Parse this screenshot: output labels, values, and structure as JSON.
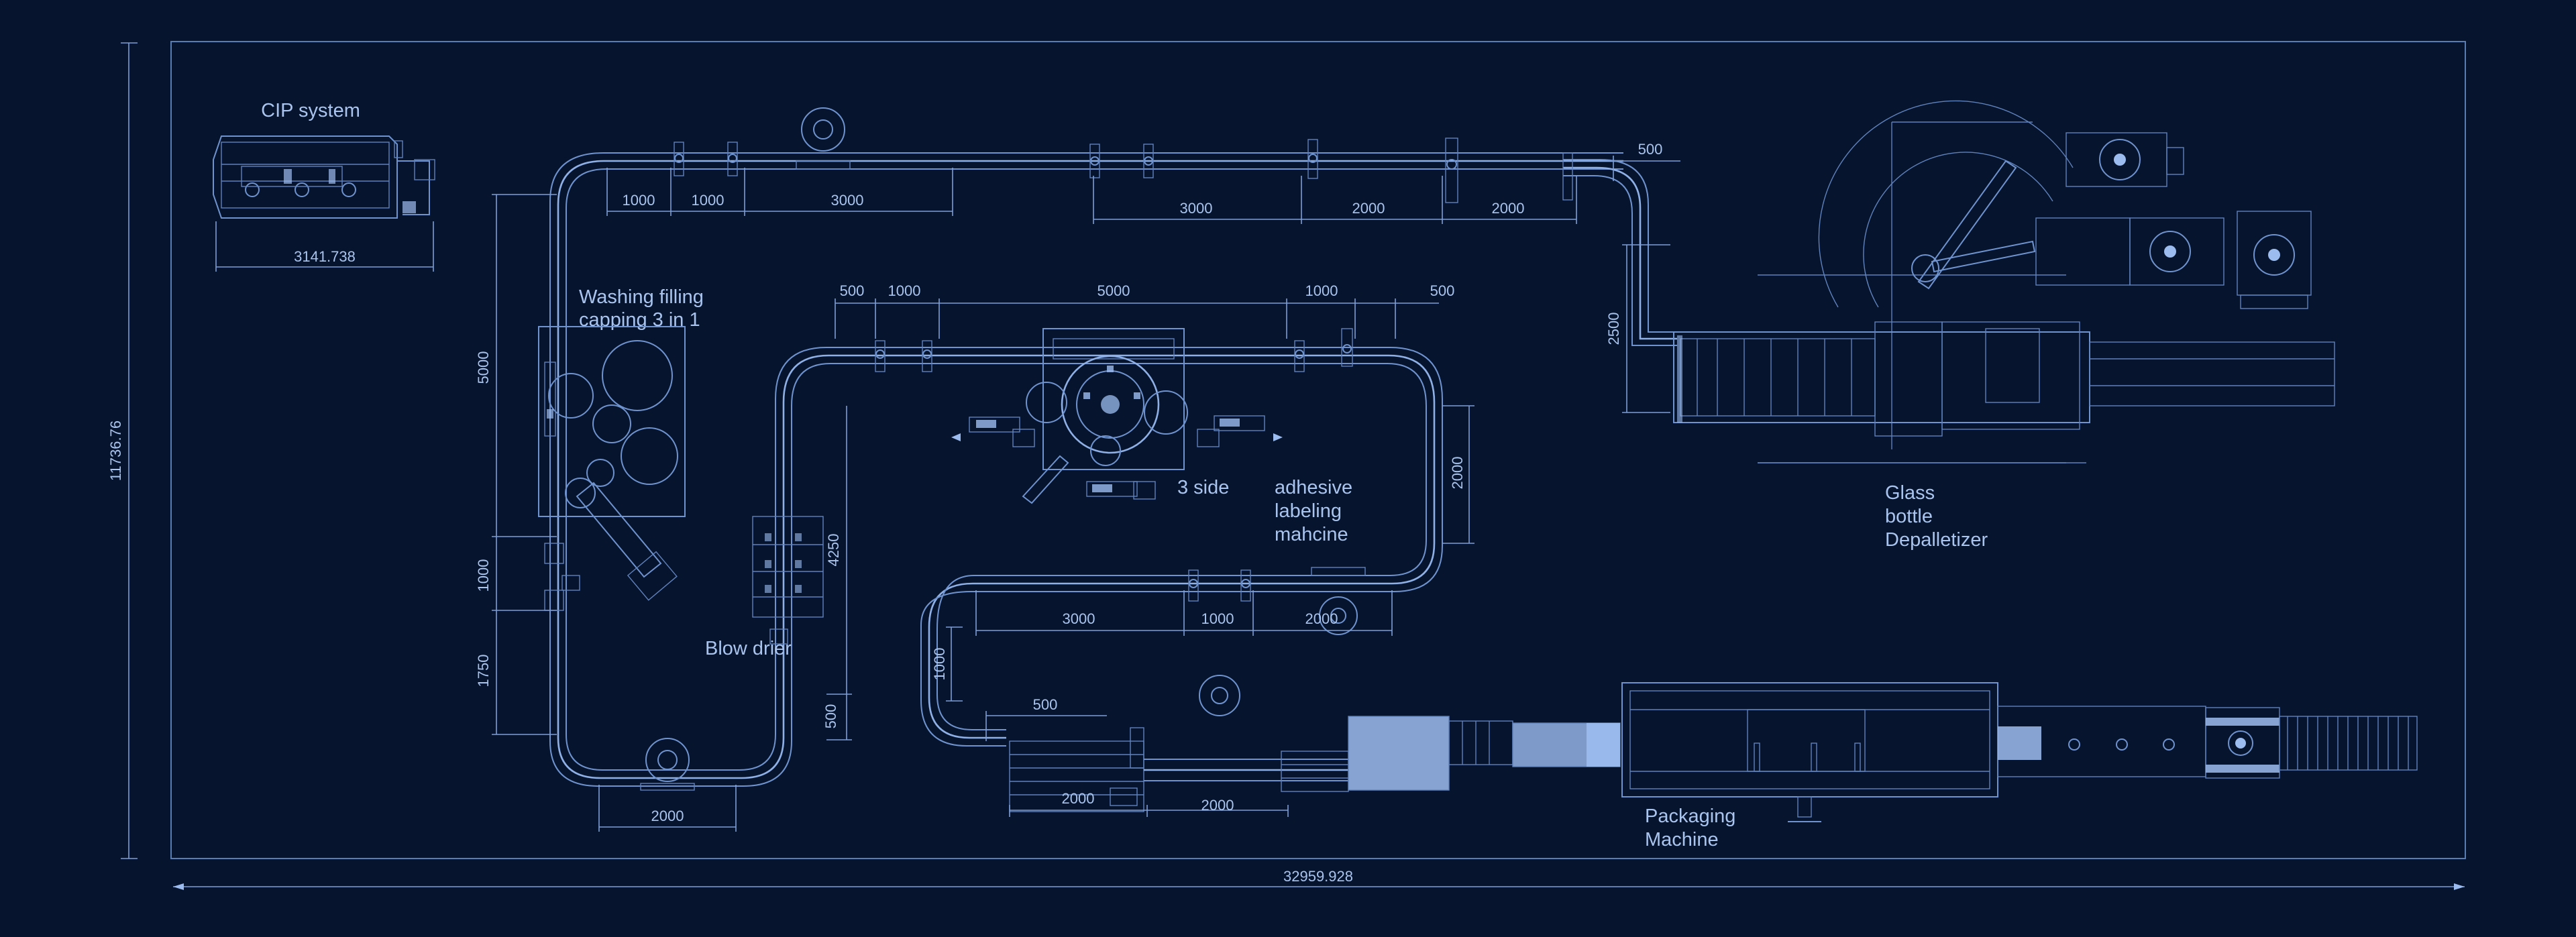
{
  "colors": {
    "background": "#07142d",
    "line": "#6f93cf",
    "text": "#a9c4ee",
    "highlight": "#9cbcf0"
  },
  "overall": {
    "width_label": "32959.928",
    "height_label": "11736.76"
  },
  "labels": {
    "cip": "CIP system",
    "washing1": "Washing filling",
    "washing2": "capping 3 in 1",
    "blow_drier": "Blow drier",
    "label3side": "3 side",
    "adhesive1": "adhesive",
    "adhesive2": "labeling",
    "adhesive3": "mahcine",
    "glass1": "Glass",
    "glass2": "bottle",
    "glass3": "Depalletizer",
    "pack1": "Packaging",
    "pack2": "Machine"
  },
  "dimensions": {
    "cip_width": "3141.738",
    "top_a": "1000",
    "top_b": "1000",
    "top_c": "3000",
    "top_d": "3000",
    "top_e": "2000",
    "top_f": "2000",
    "top_g": "500",
    "mid_a": "500",
    "mid_b": "1000",
    "mid_c": "5000",
    "mid_d": "1000",
    "mid_e": "500",
    "left_5000": "5000",
    "left_1000": "1000",
    "left_1750": "1750",
    "v_4250": "4250",
    "v_500": "500",
    "v_2000": "2000",
    "v_2500": "2500",
    "bot_3000": "3000",
    "bot_1000": "1000",
    "bot_2000": "2000",
    "u_1000": "1000",
    "u_500": "500",
    "low_2000a": "2000",
    "low_2000b": "2000",
    "bottom_loop": "2000"
  }
}
